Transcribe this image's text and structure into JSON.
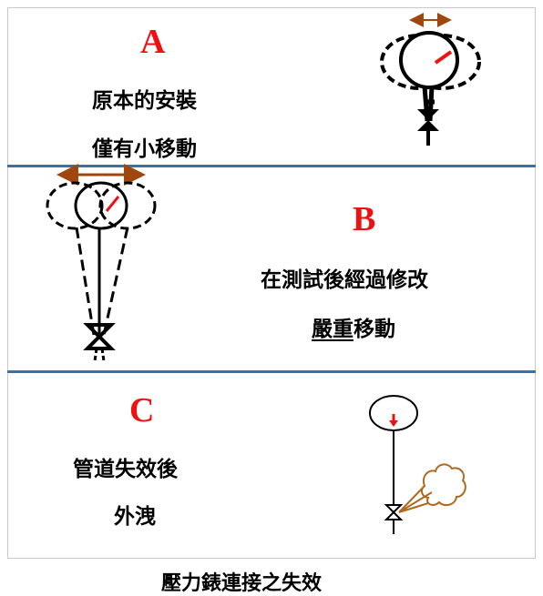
{
  "panels": [
    {
      "letter": "A",
      "line1": "原本的安裝",
      "line2": "僅有小移動"
    },
    {
      "letter": "B",
      "line1": "在測試後經過修改",
      "line2_underlined": "嚴重",
      "line2_rest": "移動"
    },
    {
      "letter": "C",
      "line1": "管道失效後",
      "line2": "外洩"
    }
  ],
  "caption": "壓力錶連接之失效",
  "colors": {
    "letter": "#ee1111",
    "arrow": "#a0470f",
    "divider": "#3f6fa6",
    "leak": "#b06a1f",
    "needle": "#ee1111"
  }
}
